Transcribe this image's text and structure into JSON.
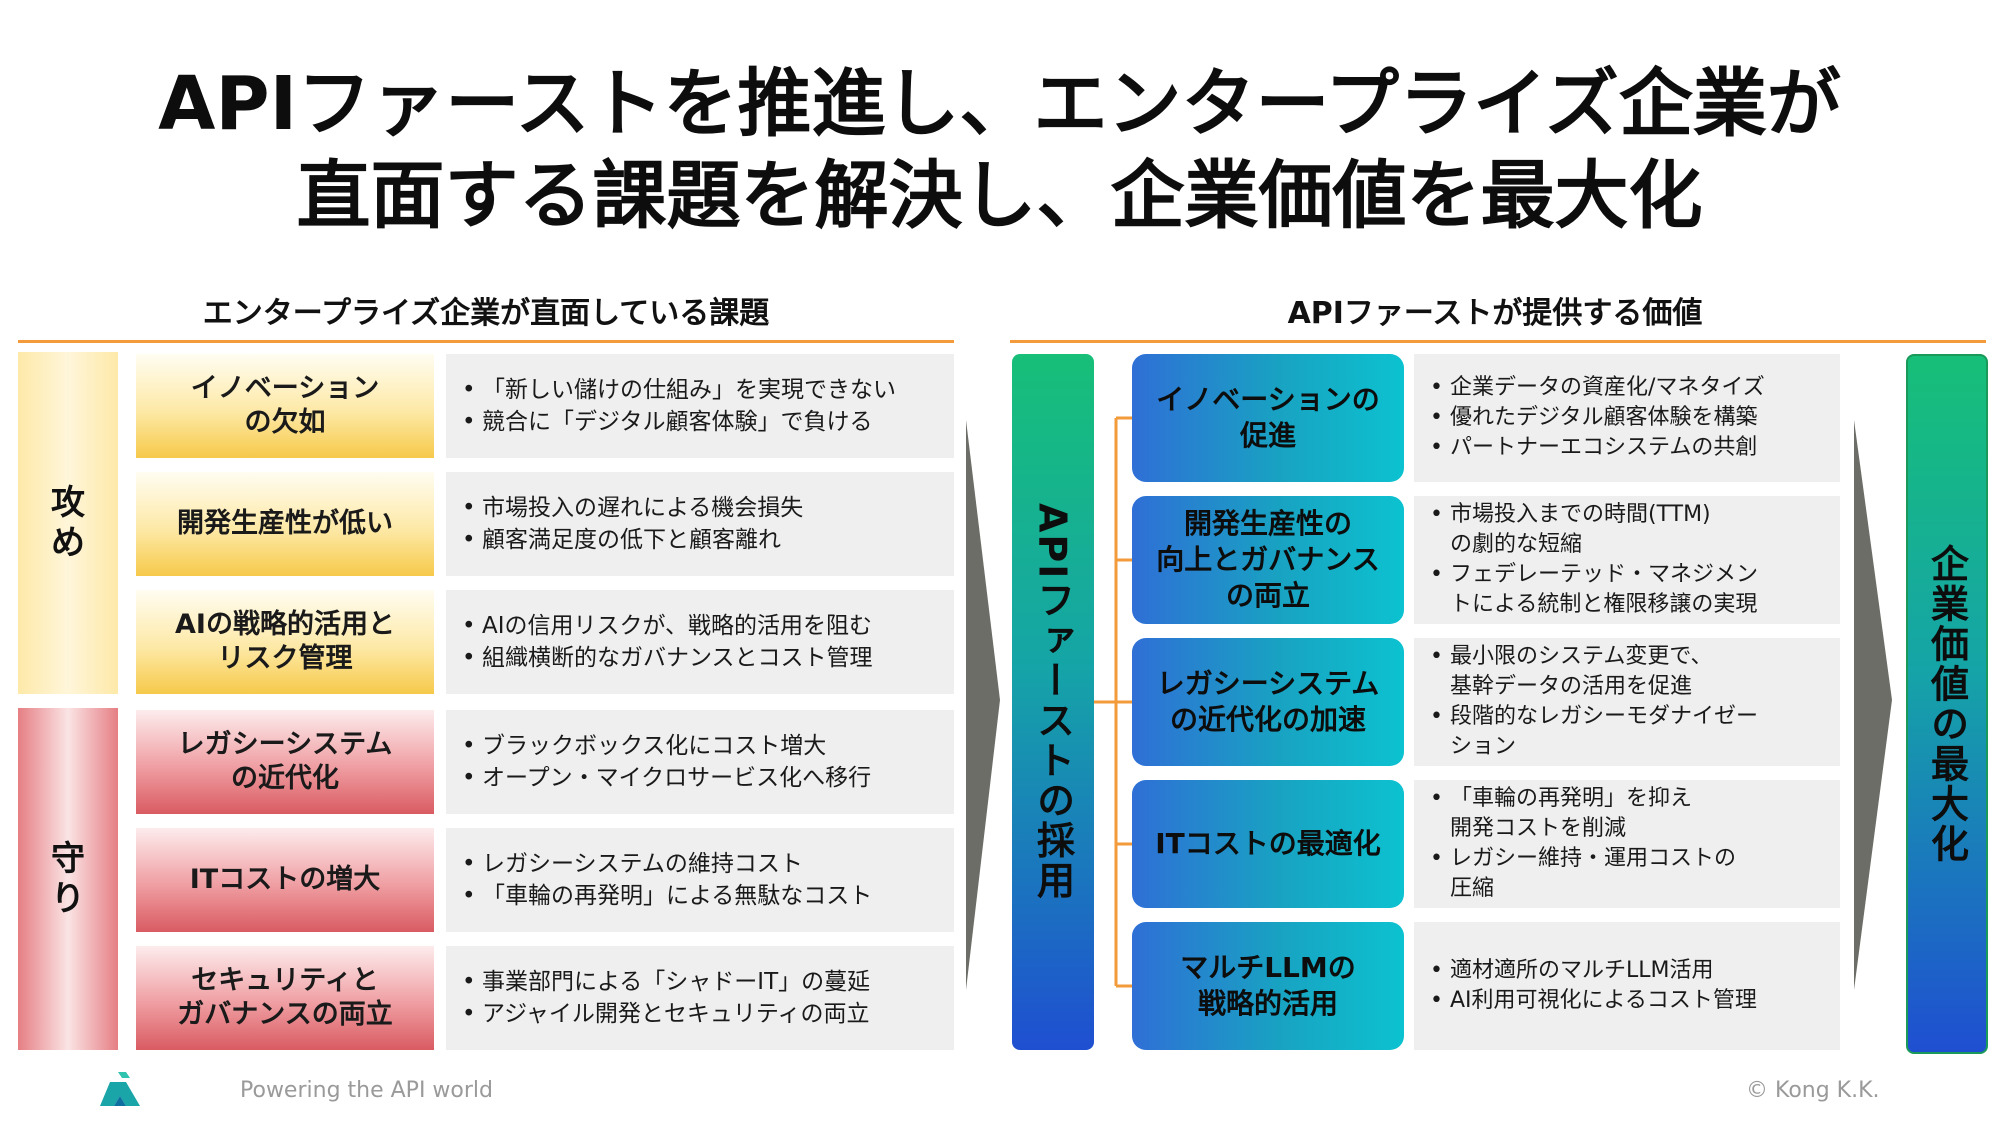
{
  "title": {
    "line1": "APIファーストを推進し、エンタープライズ企業が",
    "line2": "直面する課題を解決し、企業価値を最大化"
  },
  "left_section": {
    "heading": "エンタープライズ企業が直面している課題",
    "attack_label": "攻め",
    "defend_label": "守り",
    "challenges": [
      {
        "label": "イノベーション\nの欠如",
        "points": [
          "「新しい儲けの仕組み」を実現できない",
          "競合に「デジタル顧客体験」で負ける"
        ]
      },
      {
        "label": "開発生産性が低い",
        "points": [
          "市場投入の遅れによる機会損失",
          "顧客満足度の低下と顧客離れ"
        ]
      },
      {
        "label": "AIの戦略的活用と\nリスク管理",
        "points": [
          "AIの信用リスクが、戦略的活用を阻む",
          "組織横断的なガバナンスとコスト管理"
        ]
      },
      {
        "label": "レガシーシステム\nの近代化",
        "points": [
          "ブラックボックス化にコスト増大",
          "オープン・マイクロサービス化へ移行"
        ]
      },
      {
        "label": "ITコストの増大",
        "points": [
          "レガシーシステムの維持コスト",
          "「車輪の再発明」による無駄なコスト"
        ]
      },
      {
        "label": "セキュリティと\nガバナンスの両立",
        "points": [
          "事業部門による「シャドーIT」の蔓延",
          "アジャイル開発とセキュリティの両立"
        ]
      }
    ]
  },
  "adoption_label": "APIファーストの採用",
  "right_section": {
    "heading": "APIファーストが提供する価値",
    "values": [
      {
        "label": "イノベーションの\n促進",
        "points": [
          "企業データの資産化/マネタイズ",
          "優れたデジタル顧客体験を構築",
          "パートナーエコシステムの共創"
        ]
      },
      {
        "label": "開発生産性の\n向上とガバナンス\nの両立",
        "points": [
          "市場投入までの時間(TTM)\nの劇的な短縮",
          "フェデレーテッド・マネジメン\nトによる統制と権限移譲の実現"
        ]
      },
      {
        "label": "レガシーシステム\nの近代化の加速",
        "points": [
          "最小限のシステム変更で、\n基幹データの活用を促進",
          "段階的なレガシーモダナイゼー\nション"
        ]
      },
      {
        "label": "ITコストの最適化",
        "points": [
          "「車輪の再発明」を抑え\n開発コストを削減",
          "レガシー維持・運用コストの\n圧縮"
        ]
      },
      {
        "label": "マルチLLMの\n戦略的活用",
        "points": [
          "適材適所のマルチLLM活用",
          "AI利用可視化によるコスト管理"
        ]
      }
    ]
  },
  "outcome_label": "企業価値の最大化",
  "footer": {
    "tagline": "Powering the API world",
    "copyright": "©  Kong K.K."
  },
  "colors": {
    "accent_orange": "#f39a3b",
    "attack_yellow": "#f6c94a",
    "defend_red": "#d95b62",
    "value_blue": "#2f6fd6",
    "value_green": "#17bf78",
    "logo_teal": "#1aa5a8"
  }
}
